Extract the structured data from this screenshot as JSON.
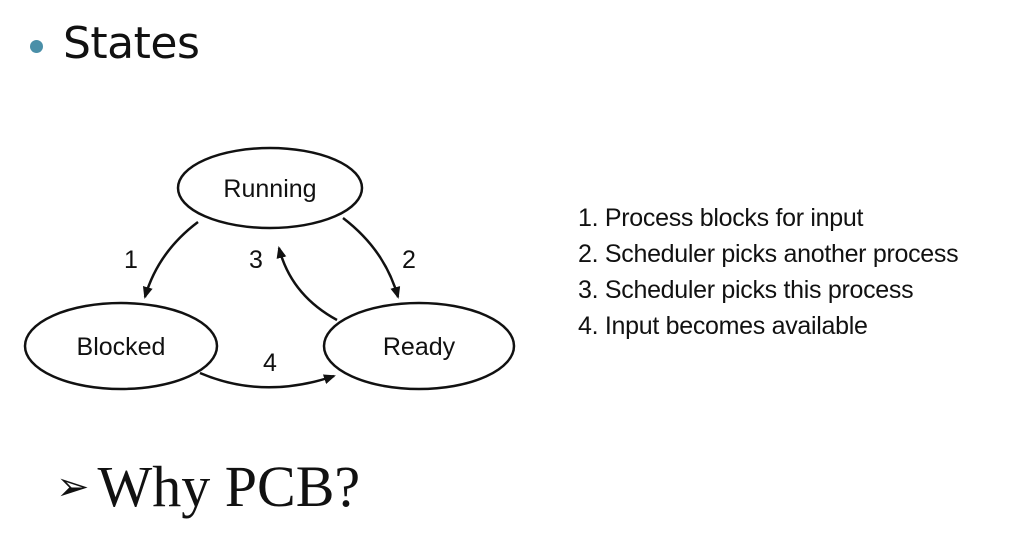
{
  "slide": {
    "heading": "States",
    "sub_arrow_glyph": "➢",
    "sub_heading": "Why PCB?",
    "bullet_color": "#4a8fa8"
  },
  "diagram": {
    "states": {
      "running": "Running",
      "blocked": "Blocked",
      "ready": "Ready"
    },
    "transitions": [
      {
        "label": "1",
        "from": "running",
        "to": "blocked"
      },
      {
        "label": "2",
        "from": "running",
        "to": "ready"
      },
      {
        "label": "3",
        "from": "ready",
        "to": "running"
      },
      {
        "label": "4",
        "from": "blocked",
        "to": "ready"
      }
    ],
    "legend": [
      "1. Process blocks for input",
      "2. Scheduler picks another process",
      "3. Scheduler picks this process",
      "4. Input becomes available"
    ]
  }
}
